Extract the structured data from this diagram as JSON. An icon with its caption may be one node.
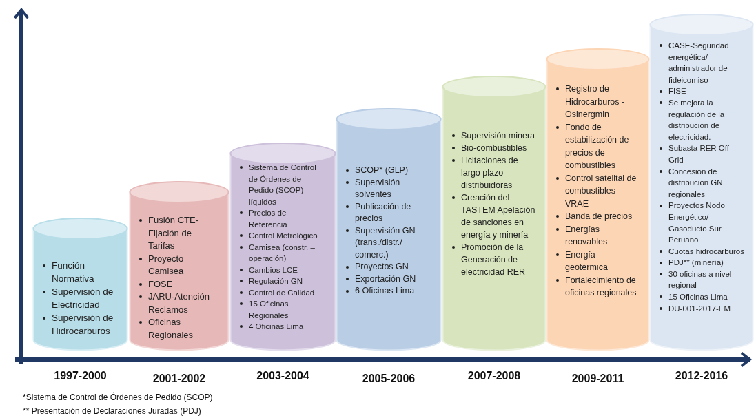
{
  "diagram": {
    "nodes": [
      {
        "text": [
          "Función Normativa",
          "Supervisión de Electricidad",
          "Supervisión de Hidrocarburos"
        ],
        "beside": [
          "1997-2000"
        ]
      },
      {
        "text": [
          "Fusión CTE-Fijación de Tarifas",
          "Proyecto Camisea",
          "FOSE",
          "JARU-Atención Reclamos",
          "Oficinas Regionales"
        ],
        "beside": [
          "2001-2002"
        ]
      },
      {
        "text": [
          "Sistema de Control de Órdenes de Pedido (SCOP) - líquidos",
          "Precios de Referencia",
          "Control Metrológico",
          "Camisea (constr. – operación)",
          "Cambios LCE",
          "Regulación GN",
          "Control de Calidad",
          "15 Oficinas Regionales",
          "4 Oficinas Lima"
        ],
        "beside": [
          "2003-2004"
        ]
      },
      {
        "text": [
          "SCOP* (GLP)",
          "Supervisión solventes",
          "Publicación de precios",
          "Supervisión GN (trans./distr./ comerc.)",
          "Proyectos GN",
          "Exportación GN",
          "6 Oficinas Lima"
        ],
        "beside": [
          "2005-2006"
        ]
      },
      {
        "text": [
          "Supervisión minera",
          "Bio-combustibles",
          "Licitaciones de largo plazo distribuidoras",
          "Creación del TASTEM Apelación de sanciones en energía y minería",
          "Promoción de la Generación de electricidad RER"
        ],
        "beside": [
          "2007-2008"
        ]
      },
      {
        "text": [
          "Registro de Hidrocarburos - Osinergmin",
          "Fondo de estabilización de precios de combustibles",
          "Control satelital de combustibles – VRAE",
          "Banda de precios",
          "Energías renovables",
          "Energía geotérmica",
          "Fortalecimiento de oficinas regionales"
        ],
        "beside": [
          "2009-2011"
        ]
      },
      {
        "text": [
          "CASE-Seguridad energética/ administrador de fideicomiso",
          "FISE",
          "Se mejora la regulación de la distribución de electricidad.",
          "Subasta RER Off - Grid",
          "Concesión de distribución GN regionales",
          "Proyectos Nodo Energético/ Gasoducto Sur Peruano",
          "Cuotas hidrocarburos",
          "PDJ** (minería)",
          "30 oficinas a nivel regional",
          "15 Oficinas Lima",
          "DU-001-2017-EM"
        ],
        "beside": [
          "2012-2016"
        ]
      }
    ],
    "labels": [
      "*Sistema de Control de Órdenes de Pedido (SCOP)",
      "** Presentación de Declaraciones Juradas (PDJ)"
    ]
  }
}
